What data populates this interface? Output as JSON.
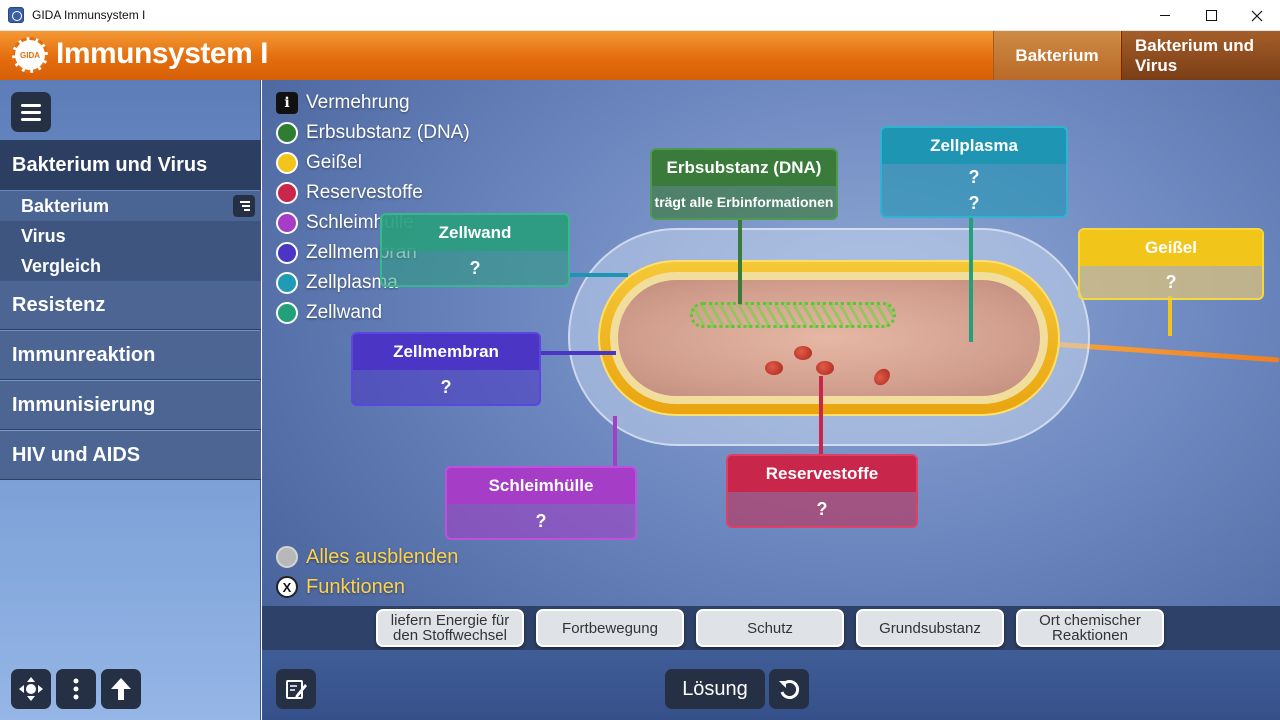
{
  "window": {
    "title": "GIDA Immunsystem I"
  },
  "header": {
    "logo_text": "GIDA",
    "title": "Immunsystem I",
    "tabs": [
      {
        "label": "Bakterium"
      },
      {
        "label": "Bakterium und Virus"
      }
    ]
  },
  "sidebar": {
    "section": "Bakterium und Virus",
    "subitems": [
      {
        "label": "Bakterium",
        "active": true
      },
      {
        "label": "Virus"
      },
      {
        "label": "Vergleich"
      }
    ],
    "items": [
      {
        "label": "Resistenz"
      },
      {
        "label": "Immunreaktion"
      },
      {
        "label": "Immunisierung"
      },
      {
        "label": "HIV und AIDS"
      }
    ]
  },
  "legend": [
    {
      "label": "Vermehrung",
      "icon": "info-icon"
    },
    {
      "label": "Erbsubstanz (DNA)",
      "color": "#2e7d32"
    },
    {
      "label": "Geißel",
      "color": "#f2c51b"
    },
    {
      "label": "Reservestoffe",
      "color": "#c8264a"
    },
    {
      "label": "Schleimhülle",
      "color": "#a53dc7"
    },
    {
      "label": "Zellmembran",
      "color": "#4a35c4"
    },
    {
      "label": "Zellplasma",
      "color": "#1f9bb5"
    },
    {
      "label": "Zellwand",
      "color": "#23a07a"
    }
  ],
  "controls": {
    "hide_all": "Alles ausblenden",
    "functions": "Funktionen",
    "functions_icon_text": "X"
  },
  "labels": {
    "zellwand": {
      "title": "Zellwand",
      "value": "?",
      "color": "#2a9d7e"
    },
    "dna": {
      "title": "Erbsubstanz (DNA)",
      "value": "trägt alle Erbinformationen",
      "color": "#3a7a3a"
    },
    "zellplasma": {
      "title": "Zellplasma",
      "value1": "?",
      "value2": "?",
      "color": "#1f95b4"
    },
    "geissel": {
      "title": "Geißel",
      "value": "?",
      "color": "#f2c51b"
    },
    "zellmembran": {
      "title": "Zellmembran",
      "value": "?",
      "color": "#4a35c4"
    },
    "schleimhuelle": {
      "title": "Schleimhülle",
      "value": "?",
      "color": "#a53dc7"
    },
    "reservestoffe": {
      "title": "Reservestoffe",
      "value": "?",
      "color": "#c8264a"
    }
  },
  "tiles": [
    {
      "label": "liefern Energie für den Stoffwechsel"
    },
    {
      "label": "Fortbewegung"
    },
    {
      "label": "Schutz"
    },
    {
      "label": "Grundsubstanz"
    },
    {
      "label": "Ort chemischer Reaktionen"
    }
  ],
  "buttons": {
    "solution": "Lösung"
  }
}
